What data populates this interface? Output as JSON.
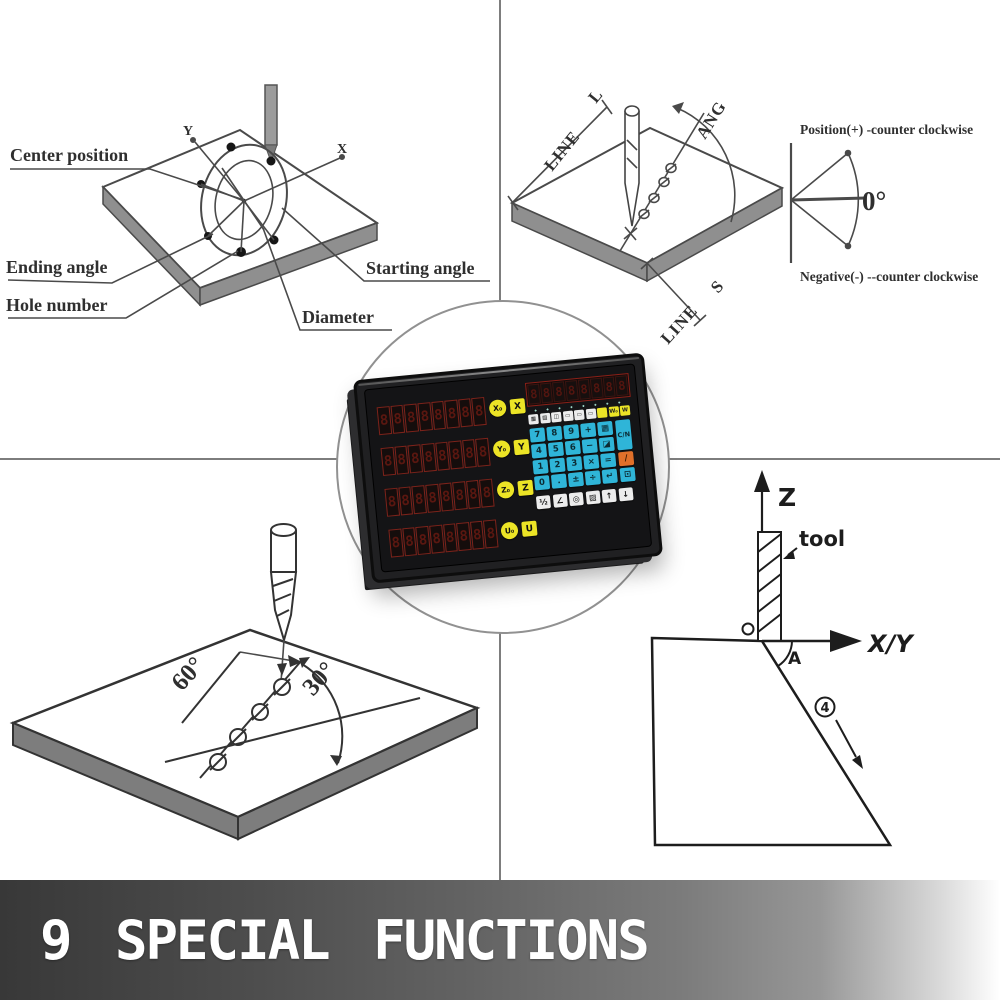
{
  "banner": {
    "title": "9 SPECIAL FUNCTIONS",
    "bg_left": "#383838",
    "bg_right": "#ffffff",
    "text_color": "#ffffff"
  },
  "quadrants": {
    "top_left": {
      "labels": {
        "center_position": "Center position",
        "ending_angle": "Ending angle",
        "hole_number": "Hole number",
        "starting_angle": "Starting angle",
        "diameter": "Diameter",
        "axis_x": "X",
        "axis_y": "Y"
      }
    },
    "top_right": {
      "labels": {
        "line_l_word": "LINE",
        "line_l_letter": "L",
        "ang": "ANG",
        "line_s_word": "LINE",
        "line_s_letter": "S",
        "zero_degree": "0°",
        "positive_note": "Position(+) -counter clockwise",
        "negative_note": "Negative(-) --counter clockwise"
      }
    },
    "bottom_left": {
      "labels": {
        "angle_60": "60°",
        "angle_30": "30°"
      }
    },
    "bottom_right": {
      "labels": {
        "axis_z": "Z",
        "tool": "tool",
        "axis_xy": "X/Y",
        "angle_a": "A",
        "step_number": "4"
      }
    }
  },
  "dro": {
    "led_digits": [
      "8",
      "8",
      "8",
      "8",
      "8",
      "8",
      "8",
      "8"
    ],
    "axis_rows": [
      {
        "zero": "X₀",
        "axis": "X"
      },
      {
        "zero": "Y₀",
        "axis": "Y"
      },
      {
        "zero": "Z₀",
        "axis": "Z"
      },
      {
        "zero": "U₀",
        "axis": "U"
      }
    ],
    "function_keys": [
      {
        "label": "▦",
        "cls": "white"
      },
      {
        "label": "▨",
        "cls": "white"
      },
      {
        "label": "◫",
        "cls": "white"
      },
      {
        "label": "▭",
        "cls": "white"
      },
      {
        "label": "▭",
        "cls": "white"
      },
      {
        "label": "▭",
        "cls": "white"
      },
      {
        "label": "",
        "cls": "yellow"
      },
      {
        "label": "W₀",
        "cls": "yellow"
      },
      {
        "label": "W",
        "cls": "yellow"
      }
    ],
    "keypad_keys": [
      {
        "label": "7"
      },
      {
        "label": "8"
      },
      {
        "label": "9"
      },
      {
        "label": "+"
      },
      {
        "label": "▦"
      },
      {
        "label": "4"
      },
      {
        "label": "5"
      },
      {
        "label": "6"
      },
      {
        "label": "−"
      },
      {
        "label": "◪"
      },
      {
        "label": "1"
      },
      {
        "label": "2"
      },
      {
        "label": "3"
      },
      {
        "label": "×"
      },
      {
        "label": "="
      },
      {
        "label": "0"
      },
      {
        "label": "."
      },
      {
        "label": "±"
      },
      {
        "label": "÷"
      },
      {
        "label": "↵"
      }
    ],
    "side_keys": {
      "tall": "C/N",
      "orange": "/",
      "low": "⊡"
    },
    "bottom_keys": [
      {
        "label": "½"
      },
      {
        "label": "∠"
      },
      {
        "label": "◎"
      },
      {
        "label": "▨"
      },
      {
        "label": "↑"
      },
      {
        "label": "↓"
      }
    ],
    "colors": {
      "key_cyan": "#2fb5d8",
      "key_orange": "#e0702a",
      "key_yellow": "#ece426",
      "led_segment": "#5a1710",
      "led_border": "#8a2018"
    }
  }
}
